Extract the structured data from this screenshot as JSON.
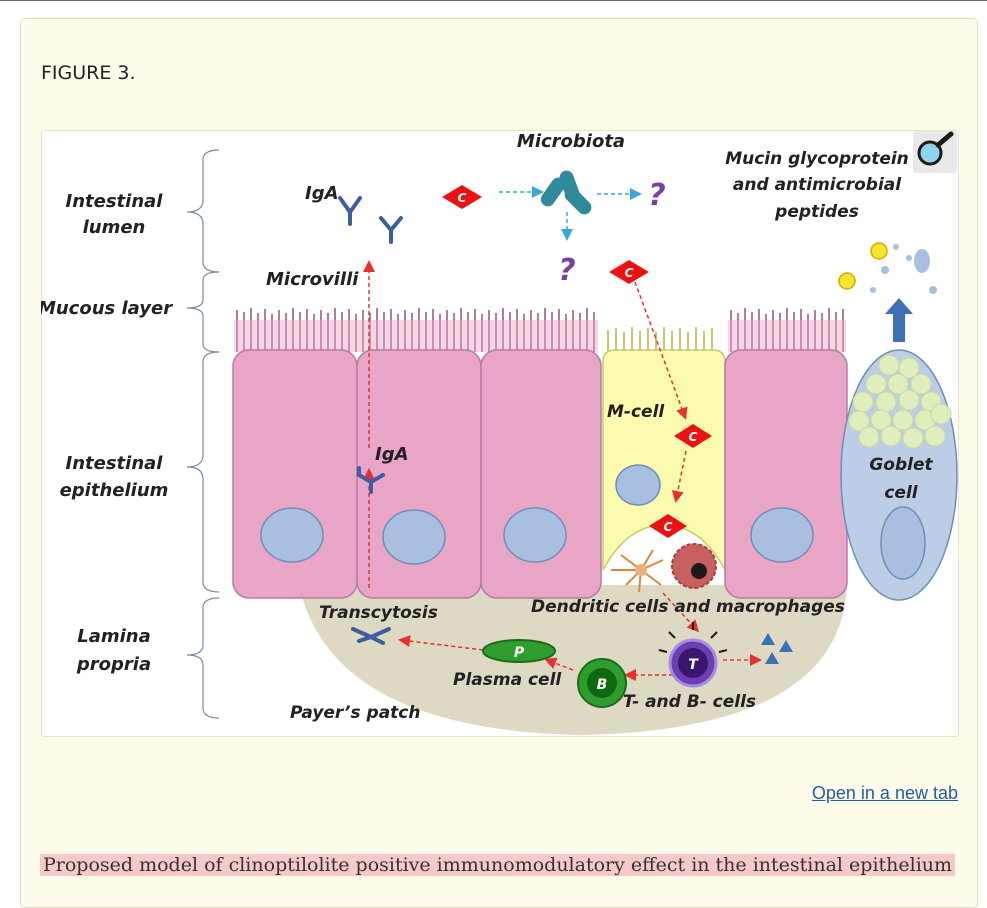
{
  "figure": {
    "label": "FIGURE 3.",
    "caption": "Proposed model of clinoptilolite positive immunomodulatory effect in the intestinal epithelium",
    "open_link": "Open in a new tab",
    "zoom_icon": "magnifier-icon"
  },
  "diagram": {
    "regions": [
      {
        "line1": "Intestinal",
        "line2": "lumen"
      },
      {
        "line1": "Mucous layer",
        "line2": ""
      },
      {
        "line1": "Intestinal",
        "line2": "epithelium"
      },
      {
        "line1": "Lamina",
        "line2": "propria"
      }
    ],
    "labels": {
      "microbiota": "Microbiota",
      "mucin_1": "Mucin glycoprotein",
      "mucin_2": "and antimicrobial",
      "mucin_3": "peptides",
      "iga_top": "IgA",
      "iga_mid": "IgA",
      "microvilli": "Microvilli",
      "m_cell": "M-cell",
      "goblet_1": "Goblet",
      "goblet_2": "cell",
      "transcytosis": "Transcytosis",
      "dendritic": "Dendritic cells and macrophages",
      "plasma": "Plasma cell",
      "tb_cells": "T- and B- cells",
      "payers": "Payer’s patch"
    },
    "markers": {
      "clinoptilolite": "C",
      "question": "?",
      "plasma": "P",
      "b_cell": "B",
      "t_cell": "T"
    },
    "colors": {
      "enterocyte": "#e8a5c6",
      "m_cell": "#fbfbb0",
      "nucleus": "#a8bfdf",
      "goblet": "#bccee6",
      "lamina": "#ddd9c2",
      "clinoptilolite": "#ee1111",
      "question": "#7a3fa0",
      "arrow_red": "#e53131",
      "arrow_blue": "#39a6dc",
      "antibody": "#3b5ea0",
      "plasma_cell": "#2e9d2e",
      "t_cell": "#4b1f8a"
    }
  }
}
